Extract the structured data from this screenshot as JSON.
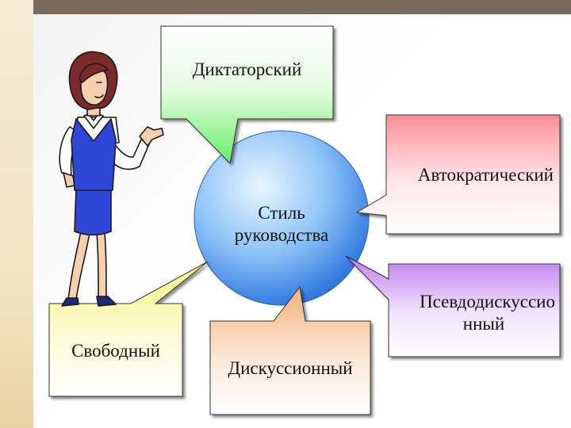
{
  "center": {
    "line1": "Стиль",
    "line2": "руководства"
  },
  "styles": {
    "dictatorial": "Диктаторский",
    "autocratic": "Автократический",
    "pseudo_line1": "Псевдодискуссио",
    "pseudo_line2": "нный",
    "free": "Свободный",
    "discussion": "Дискуссионный"
  },
  "colors": {
    "circle_center": "#eaf6ff",
    "circle_edge": "#2f78e0",
    "dictatorial": "#66ee66",
    "autocratic": "#ff8e98",
    "pseudo": "#c07cf0",
    "free": "#f6f47a",
    "discussion": "#f2b27a"
  },
  "figure_icon": "business-woman-pointing"
}
